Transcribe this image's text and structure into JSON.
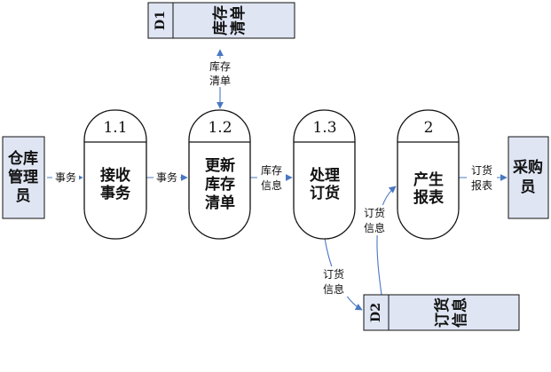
{
  "entities": {
    "warehouse_manager": [
      "仓库",
      "管理",
      "员"
    ],
    "buyer": [
      "采购",
      "员"
    ]
  },
  "processes": [
    {
      "id": "1.1",
      "name": [
        "接收",
        "事务"
      ]
    },
    {
      "id": "1.2",
      "name": [
        "更新",
        "库存",
        "清单"
      ]
    },
    {
      "id": "1.3",
      "name": [
        "处理",
        "订货"
      ]
    },
    {
      "id": "2",
      "name": [
        "产生",
        "报表"
      ]
    }
  ],
  "stores": [
    {
      "id": "D1",
      "name": [
        "库存",
        "清单"
      ]
    },
    {
      "id": "D2",
      "name": [
        "订货",
        "信息"
      ]
    }
  ],
  "flows": {
    "manager_to_11": [
      "事务"
    ],
    "p11_to_12": [
      "事务"
    ],
    "d1_to_12": [
      "库存",
      "清单"
    ],
    "p12_to_13": [
      "库存",
      "信息"
    ],
    "p13_to_d2": [
      "订货",
      "信息"
    ],
    "d2_to_2": [
      "订货",
      "信息"
    ],
    "p2_to_buyer": [
      "订货",
      "报表"
    ]
  },
  "colors": {
    "entity_fill": "#dfe5f3",
    "line": "#4a78c2",
    "outline": "#111111"
  }
}
